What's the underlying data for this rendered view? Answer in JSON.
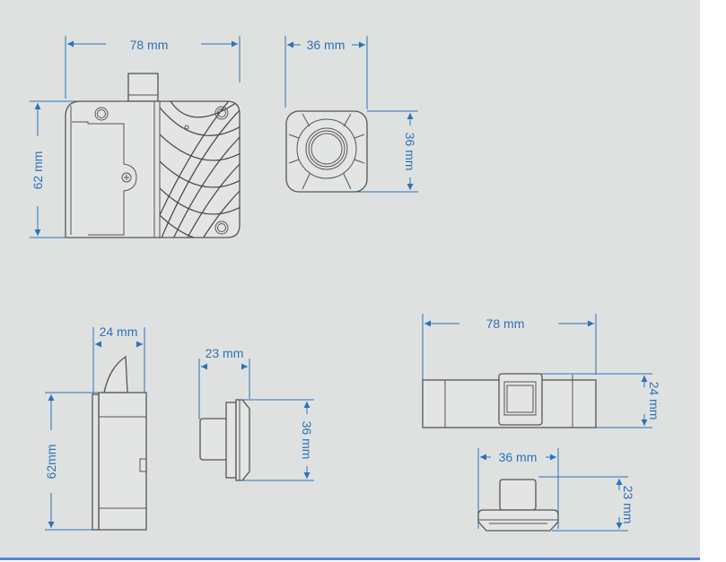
{
  "colors": {
    "dimension": "#2a73b8",
    "outline": "#555555",
    "background": "#dfe1e1",
    "rule": "#5b83d2"
  },
  "front_view": {
    "width_label": "78 mm",
    "height_label": "62 mm"
  },
  "reader_face_view": {
    "width_label": "36 mm",
    "height_label": "36 mm"
  },
  "side_view": {
    "depth_label": "24 mm",
    "height_label": "62mm"
  },
  "reader_side_view": {
    "depth_label": "23 mm",
    "height_label": "36 mm"
  },
  "top_view": {
    "width_label": "78 mm",
    "depth_label": "24 mm"
  },
  "reader_top_view": {
    "width_label": "36 mm",
    "depth_label": "23 mm"
  }
}
